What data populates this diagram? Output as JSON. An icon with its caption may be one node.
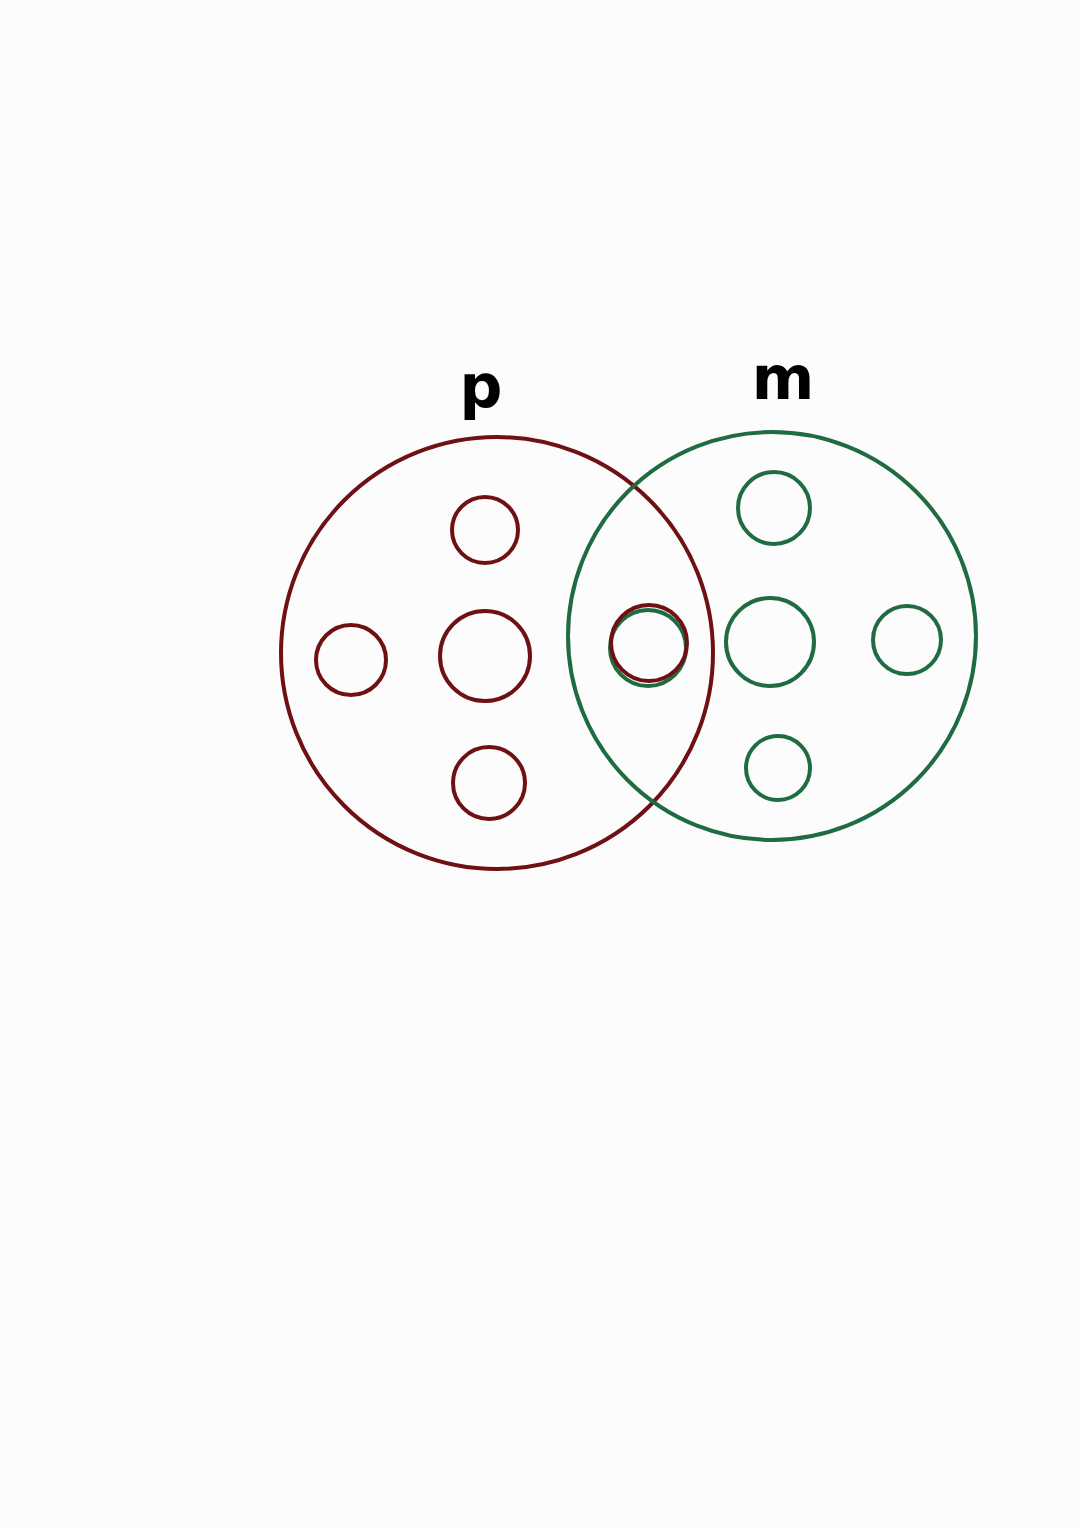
{
  "diagram": {
    "nodes": [
      {
        "text": [
          "p"
        ]
      },
      {
        "text": [],
        "shape": "circle",
        "in": 0
      },
      {
        "text": [],
        "shape": "circle",
        "in": 0
      },
      {
        "text": [],
        "shape": "circle",
        "in": 0
      },
      {
        "text": [],
        "shape": "circle",
        "in": 0
      },
      {
        "text": [
          "m"
        ]
      },
      {
        "text": [],
        "shape": "circle",
        "in": 5
      },
      {
        "text": [],
        "shape": "circle",
        "in": 5
      },
      {
        "text": [],
        "shape": "circle",
        "in": 5
      },
      {
        "text": [],
        "shape": "circle",
        "in": 5
      },
      {
        "text": [],
        "shape": "circle"
      },
      {
        "text": [],
        "shape": "circle"
      }
    ]
  }
}
